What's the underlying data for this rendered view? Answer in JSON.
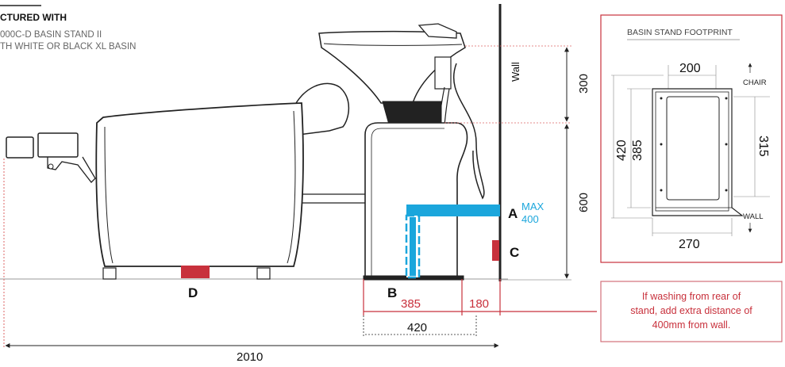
{
  "caption": {
    "line1": "CTURED WITH",
    "line2": "000C-D  BASIN STAND  II",
    "line3": "TH WHITE OR BLACK  XL BASIN"
  },
  "footprint": {
    "title": "BASIN STAND FOOTPRINT",
    "top_width": "200",
    "bottom_width": "270",
    "left_outer": "420",
    "left_inner": "385",
    "right": "315",
    "chair_label": "CHAIR",
    "wall_label": "WALL"
  },
  "dimensions": {
    "wall_label": "Wall",
    "height_top": "300",
    "height_bottom": "600",
    "width_385": "385",
    "width_180": "180",
    "width_420": "420",
    "total_length": "2010",
    "max_label": "MAX",
    "max_value": "400"
  },
  "markers": {
    "a": "A",
    "b": "B",
    "c": "C",
    "d": "D"
  },
  "note": {
    "line1": "If washing from rear of",
    "line2": "stand, add extra distance of",
    "line3": "400mm from wall."
  },
  "colors": {
    "accent_red": "#c8313c",
    "accent_blue": "#1ba6dc",
    "note_border": "#d2707a",
    "line": "#222222"
  }
}
